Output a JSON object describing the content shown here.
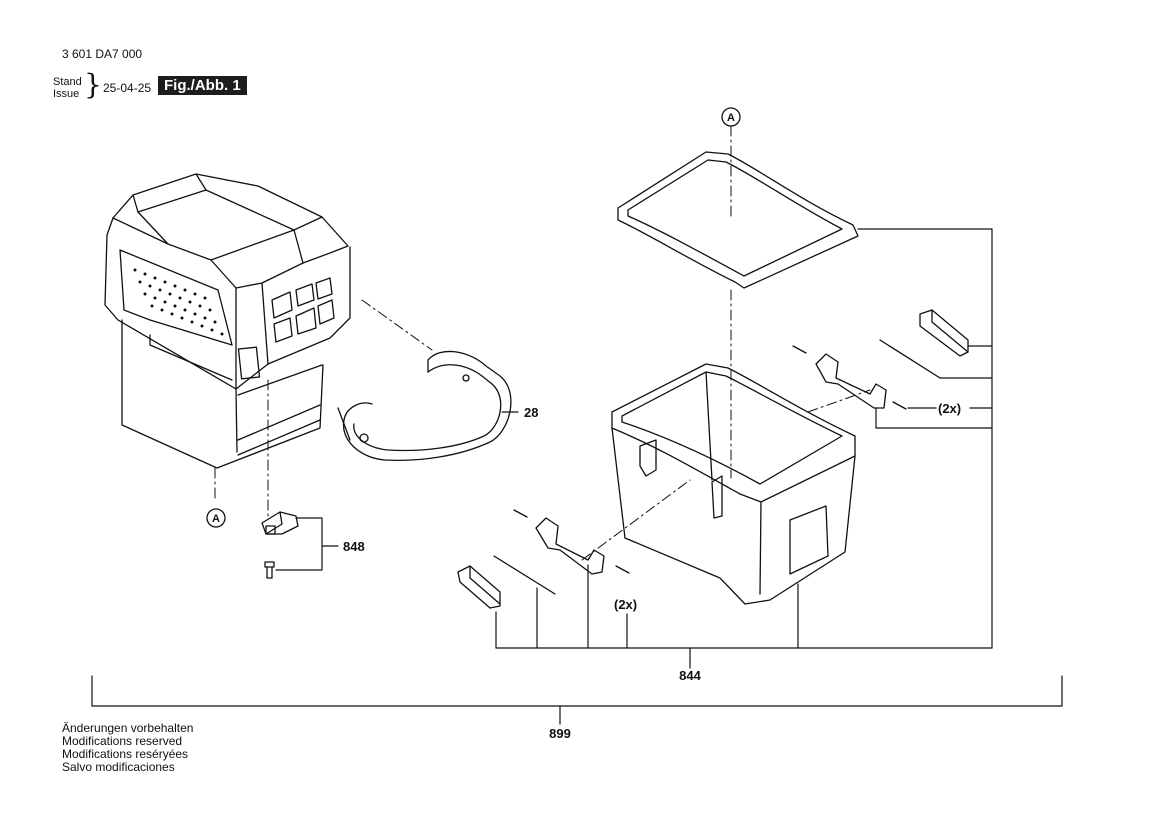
{
  "header": {
    "doc_number": "3 601 DA7 000",
    "stand": "Stand",
    "issue": "Issue",
    "date": "25-04-25",
    "fig_label": "Fig./Abb. 1"
  },
  "callouts": {
    "part_28": "28",
    "part_848": "848",
    "part_844": "844",
    "part_899": "899",
    "qty_upper": "(2x)",
    "qty_lower": "(2x)",
    "ref_a_top": "A",
    "ref_a_left": "A"
  },
  "notes": [
    "Änderungen vorbehalten",
    "Modifications reserved",
    "Modifications reséryées",
    "Salvo modificaciones"
  ]
}
